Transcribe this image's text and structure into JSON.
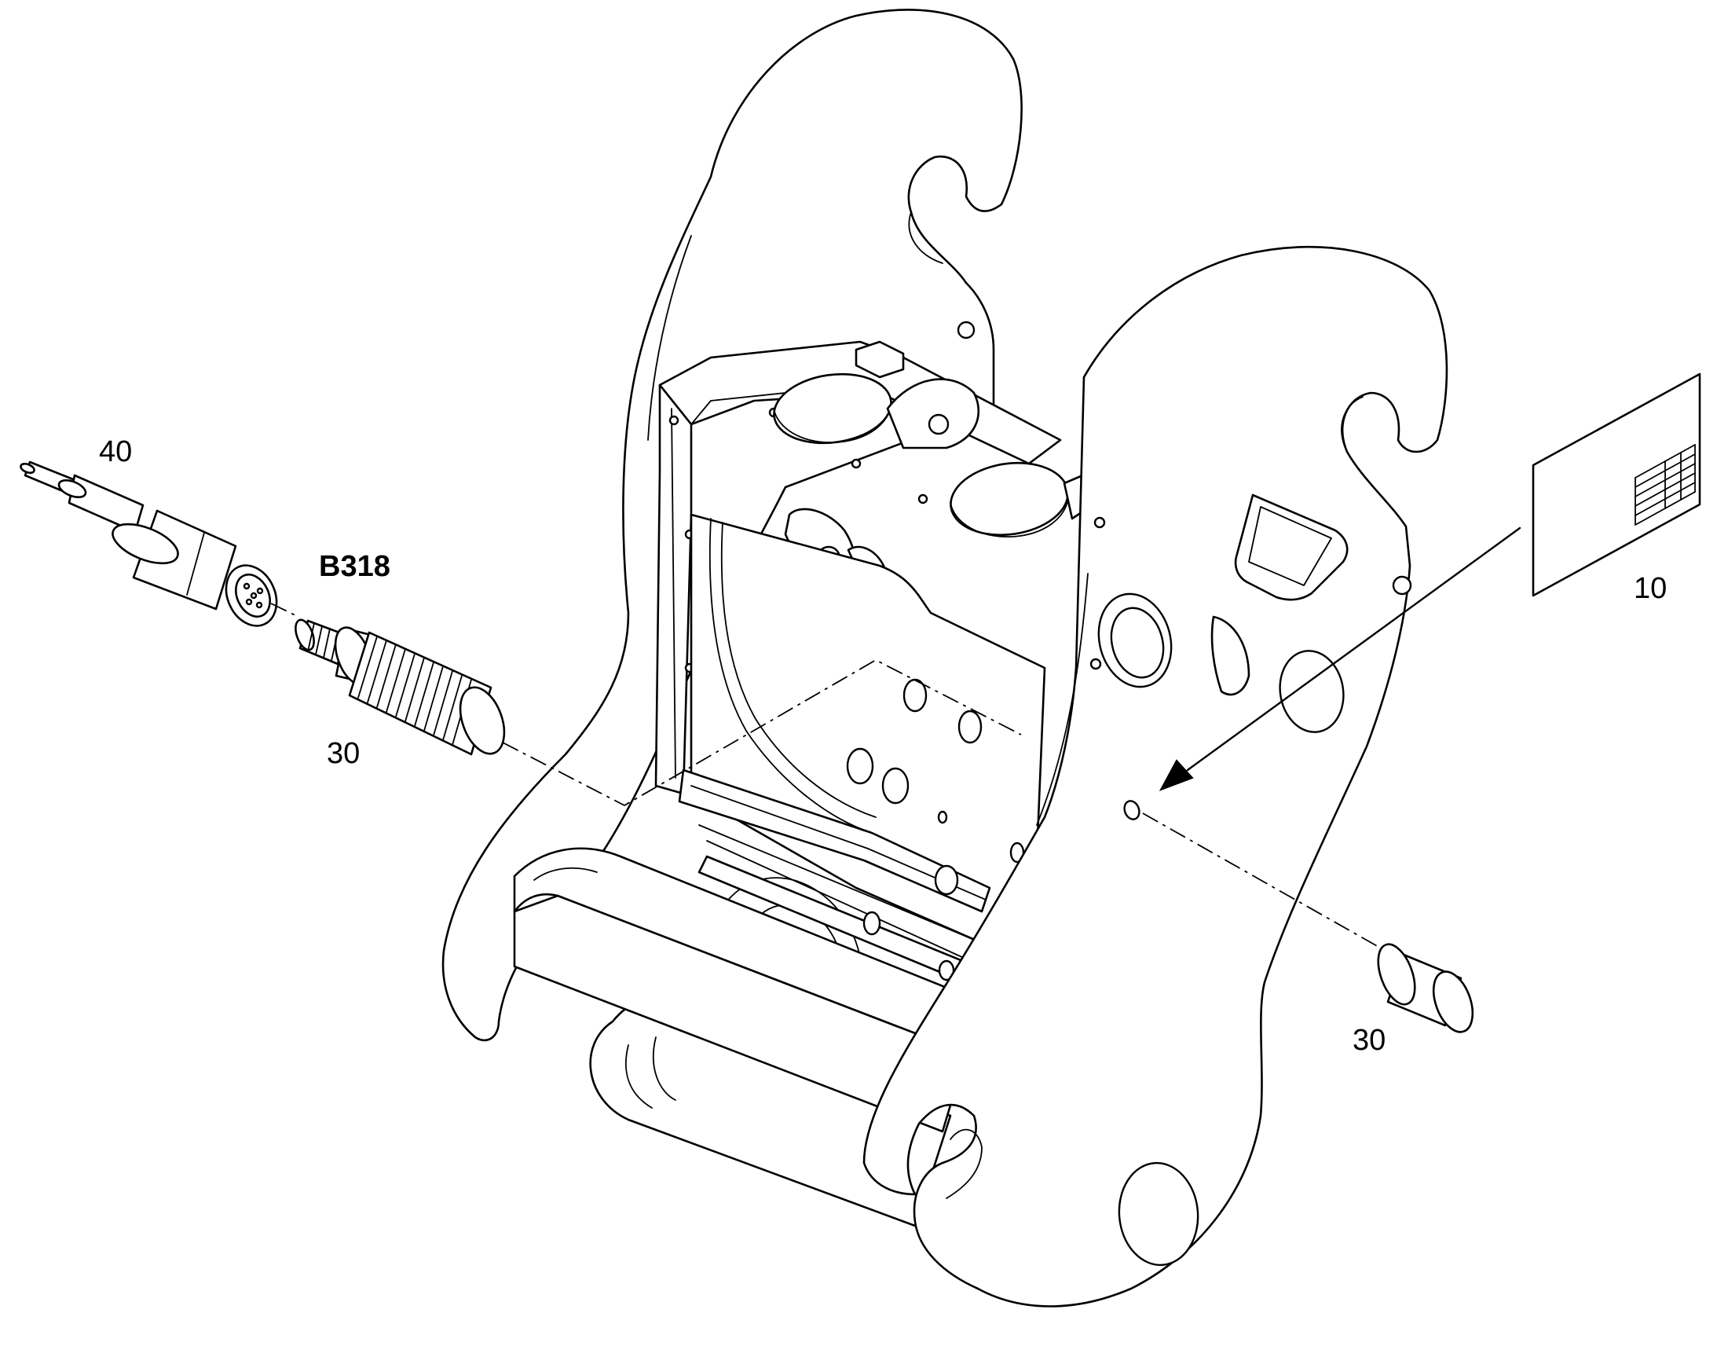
{
  "labels": {
    "connector_cable": "40",
    "sensor_code": "B318",
    "sensor": "30",
    "decal": "10",
    "plug": "30"
  },
  "colors": {
    "line": "#000000",
    "background": "#ffffff"
  }
}
